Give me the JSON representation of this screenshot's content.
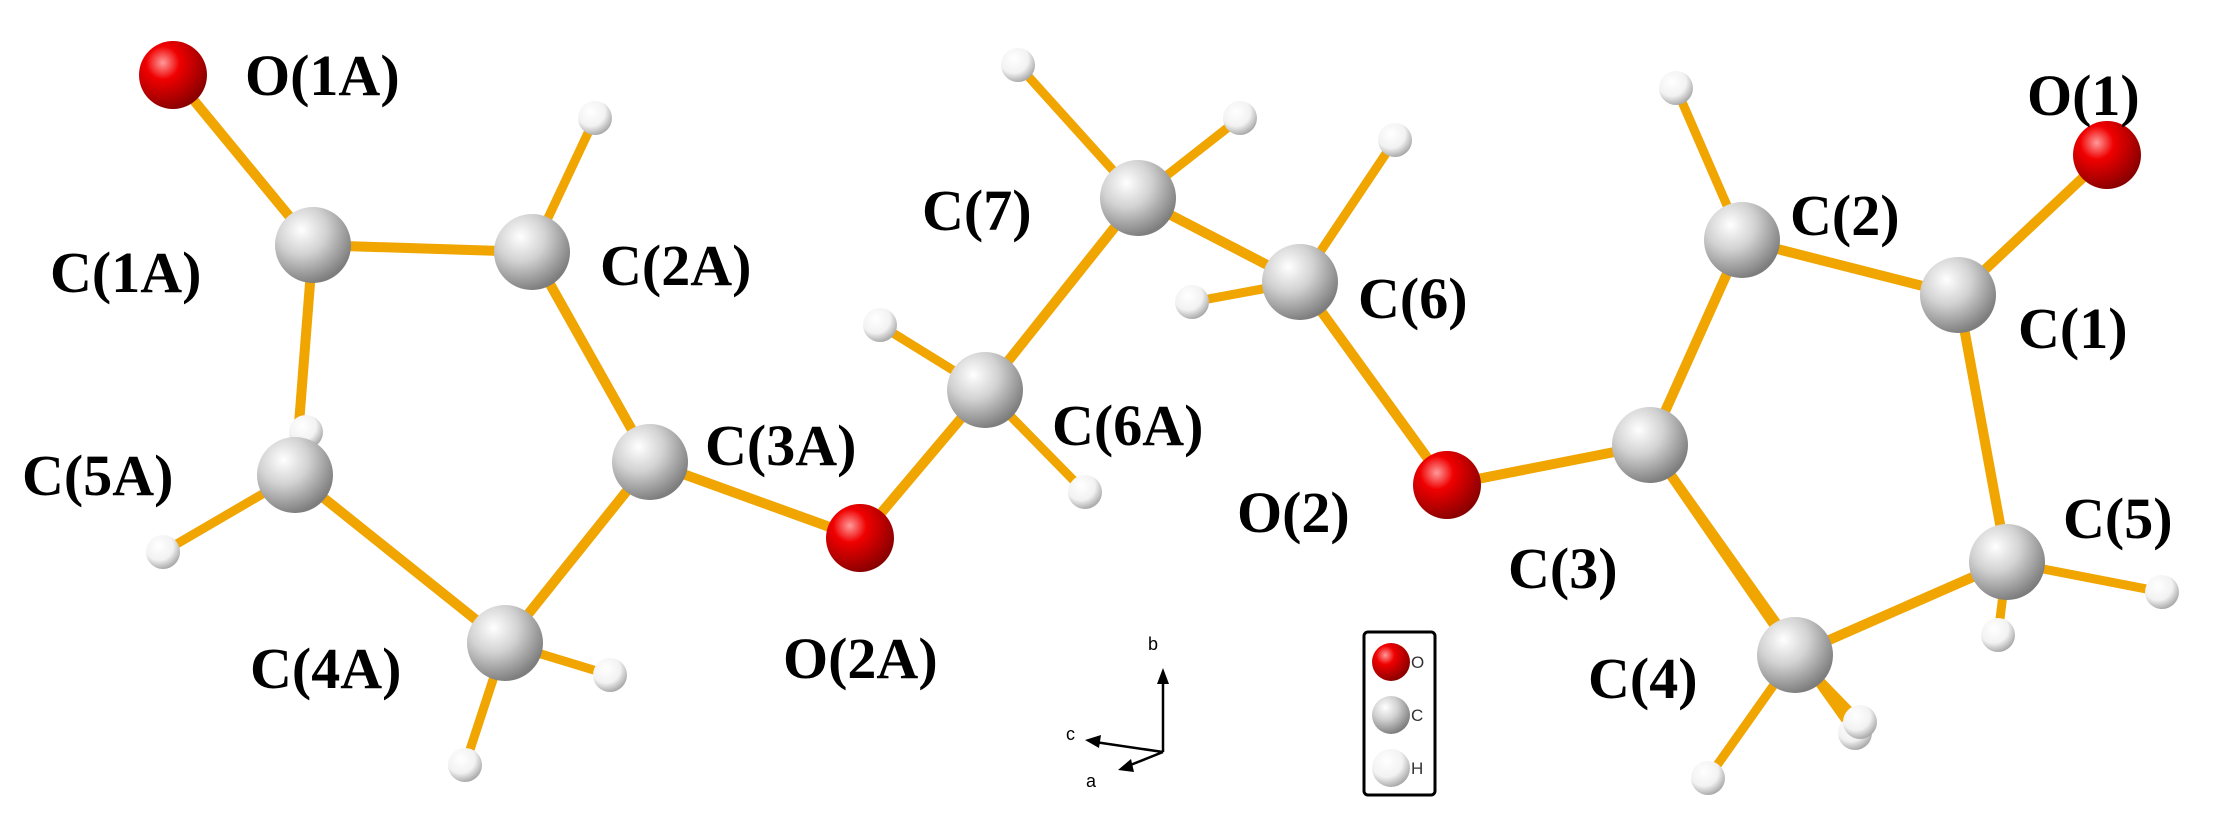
{
  "atoms": [
    {
      "id": "O1A",
      "element": "O",
      "label": "O(1A)"
    },
    {
      "id": "C1A",
      "element": "C",
      "label": "C(1A)"
    },
    {
      "id": "C2A",
      "element": "C",
      "label": "C(2A)"
    },
    {
      "id": "C3A",
      "element": "C",
      "label": "C(3A)"
    },
    {
      "id": "C4A",
      "element": "C",
      "label": "C(4A)"
    },
    {
      "id": "C5A",
      "element": "C",
      "label": "C(5A)"
    },
    {
      "id": "O2A",
      "element": "O",
      "label": "O(2A)"
    },
    {
      "id": "C6A",
      "element": "C",
      "label": "C(6A)"
    },
    {
      "id": "C7",
      "element": "C",
      "label": "C(7)"
    },
    {
      "id": "C6",
      "element": "C",
      "label": "C(6)"
    },
    {
      "id": "O2",
      "element": "O",
      "label": "O(2)"
    },
    {
      "id": "C3",
      "element": "C",
      "label": "C(3)"
    },
    {
      "id": "C2",
      "element": "C",
      "label": "C(2)"
    },
    {
      "id": "C1",
      "element": "C",
      "label": "C(1)"
    },
    {
      "id": "O1",
      "element": "O",
      "label": "O(1)"
    },
    {
      "id": "C5",
      "element": "C",
      "label": "C(5)"
    },
    {
      "id": "C4",
      "element": "C",
      "label": "C(4)"
    },
    {
      "id": "H1",
      "element": "H",
      "label": ""
    },
    {
      "id": "H2",
      "element": "H",
      "label": ""
    },
    {
      "id": "H3",
      "element": "H",
      "label": ""
    },
    {
      "id": "H4",
      "element": "H",
      "label": ""
    },
    {
      "id": "H5",
      "element": "H",
      "label": ""
    },
    {
      "id": "H6",
      "element": "H",
      "label": ""
    },
    {
      "id": "H7",
      "element": "H",
      "label": ""
    },
    {
      "id": "H8",
      "element": "H",
      "label": ""
    },
    {
      "id": "H9",
      "element": "H",
      "label": ""
    },
    {
      "id": "H10",
      "element": "H",
      "label": ""
    },
    {
      "id": "H11",
      "element": "H",
      "label": ""
    },
    {
      "id": "H12",
      "element": "H",
      "label": ""
    },
    {
      "id": "H13",
      "element": "H",
      "label": ""
    },
    {
      "id": "H14",
      "element": "H",
      "label": ""
    },
    {
      "id": "H15",
      "element": "H",
      "label": ""
    },
    {
      "id": "H16",
      "element": "H",
      "label": ""
    },
    {
      "id": "H17",
      "element": "H",
      "label": ""
    }
  ],
  "bonds": [
    [
      "O1A",
      "C1A"
    ],
    [
      "C1A",
      "C2A"
    ],
    [
      "C2A",
      "C3A"
    ],
    [
      "C3A",
      "C4A"
    ],
    [
      "C4A",
      "C5A"
    ],
    [
      "C5A",
      "C1A"
    ],
    [
      "C3A",
      "O2A"
    ],
    [
      "O2A",
      "C6A"
    ],
    [
      "C6A",
      "C7"
    ],
    [
      "C7",
      "C6"
    ],
    [
      "C6",
      "O2"
    ],
    [
      "O2",
      "C3"
    ],
    [
      "C3",
      "C2"
    ],
    [
      "C2",
      "C1"
    ],
    [
      "C1",
      "O1"
    ],
    [
      "C1",
      "C5"
    ],
    [
      "C5",
      "C4"
    ],
    [
      "C4",
      "C3"
    ],
    [
      "C2A",
      "H1"
    ],
    [
      "C5A",
      "H2"
    ],
    [
      "C4A",
      "H3"
    ],
    [
      "C4A",
      "H4"
    ],
    [
      "C6A",
      "H5"
    ],
    [
      "C6A",
      "H6"
    ],
    [
      "C7",
      "H7"
    ],
    [
      "C7",
      "H8"
    ],
    [
      "C6",
      "H9"
    ],
    [
      "C6",
      "H10"
    ],
    [
      "C2",
      "H11"
    ],
    [
      "C3",
      "H12"
    ],
    [
      "C5",
      "H13"
    ],
    [
      "C5",
      "H14"
    ],
    [
      "C4",
      "H15"
    ],
    [
      "C4",
      "H16"
    ],
    [
      "C5A",
      "H17"
    ]
  ],
  "element_colors": {
    "O": "#e00000",
    "C": "#c8c8c8",
    "H": "#ffffff",
    "bond": "#f0a500"
  },
  "axes": {
    "a": "a",
    "b": "b",
    "c": "c"
  },
  "legend": [
    {
      "element": "O",
      "text": "O"
    },
    {
      "element": "C",
      "text": "C"
    },
    {
      "element": "H",
      "text": "H"
    }
  ]
}
